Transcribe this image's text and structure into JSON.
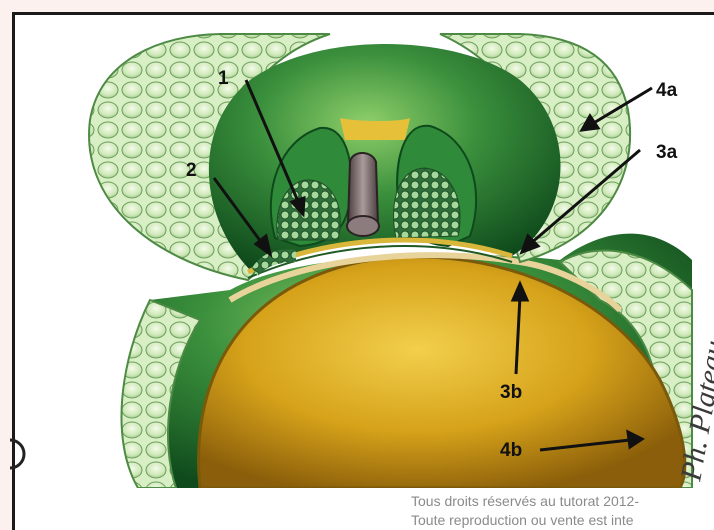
{
  "labels": {
    "l1": "1",
    "l2": "2",
    "l3a": "3a",
    "l3b": "3b",
    "l4a": "4a",
    "l4b": "4b"
  },
  "signature": "Ph. Plateau",
  "footer": {
    "line1": "Tous droits réservés au tutorat 2012-",
    "line2": "Toute reproduction ou vente est inte"
  },
  "colors": {
    "background": "#fcf1ef",
    "green_dark": "#1f6b2a",
    "green_light": "#9fd08a",
    "yolk": "#d6a21a",
    "arrow": "#111111"
  }
}
